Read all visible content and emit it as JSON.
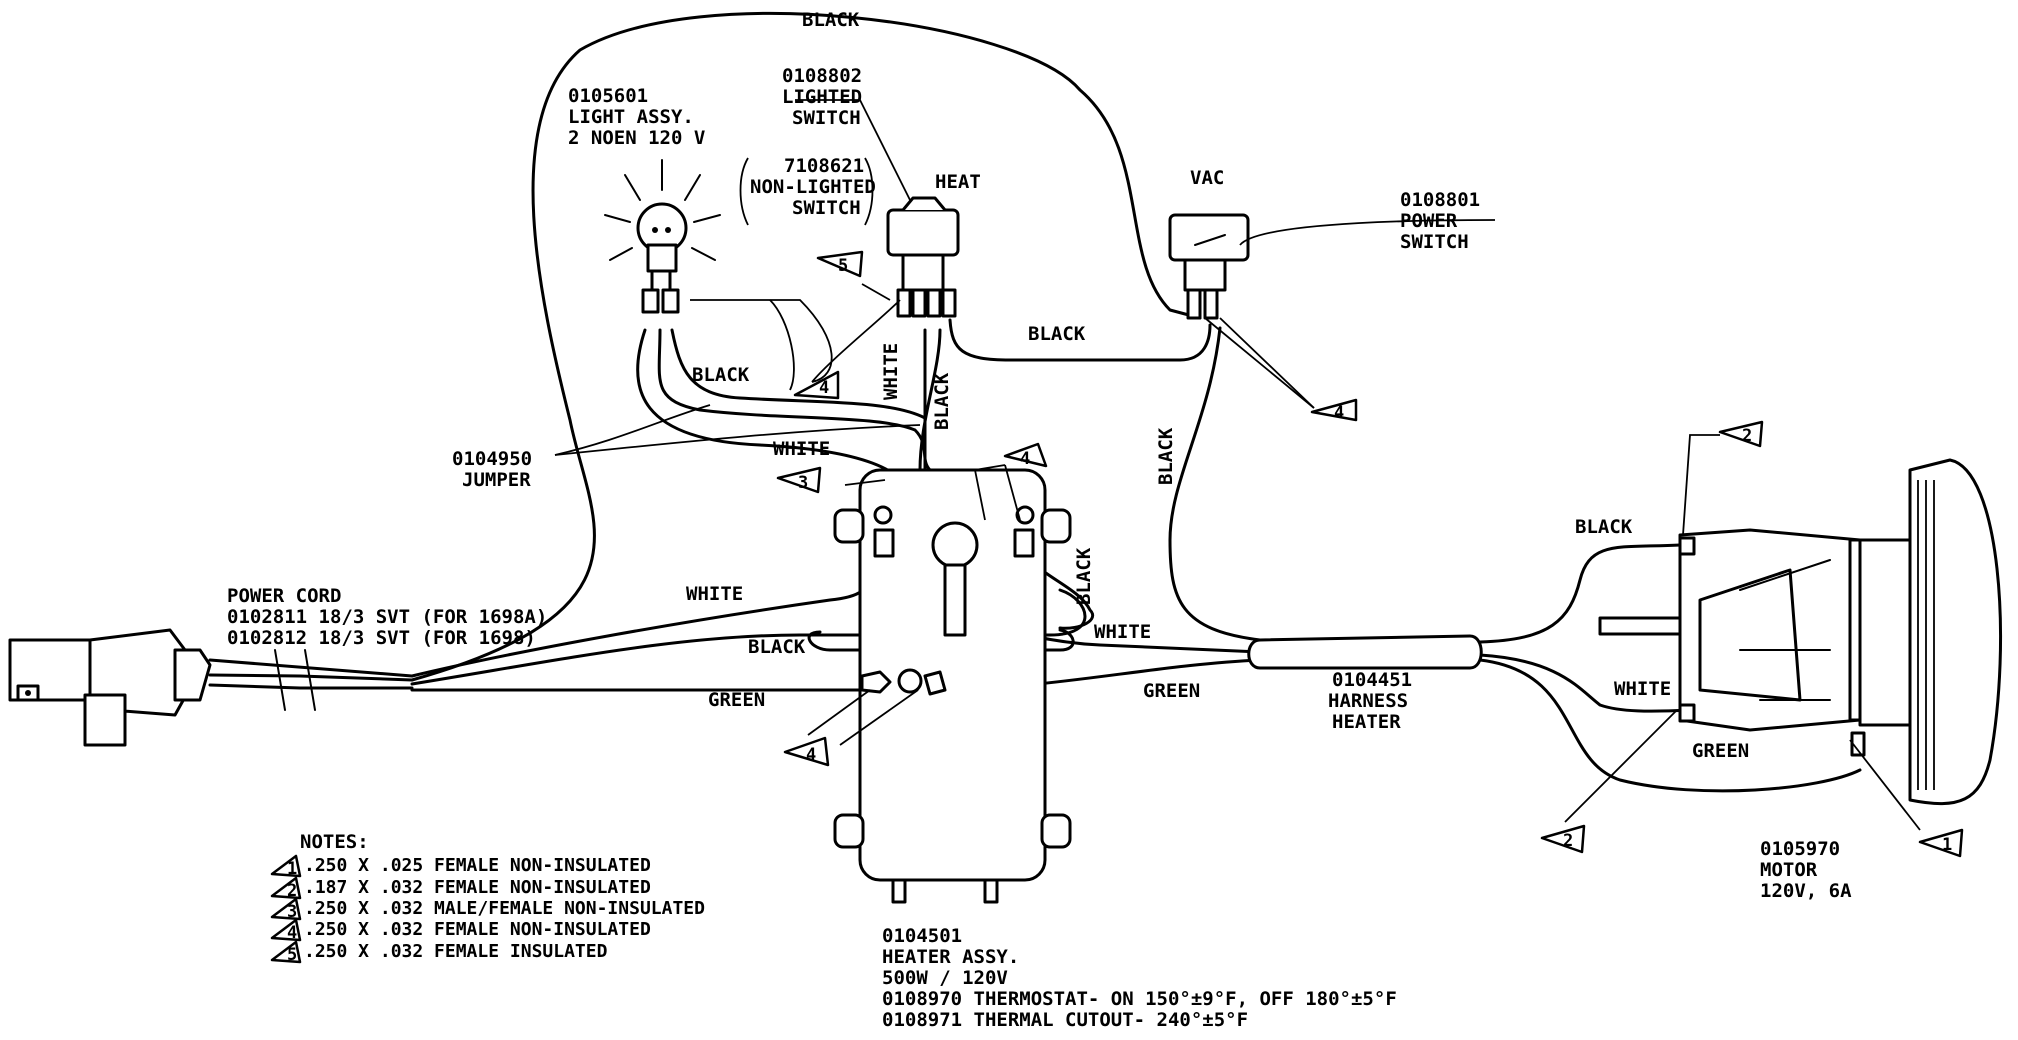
{
  "wires": {
    "black_top": "BLACK",
    "black_mid": "BLACK",
    "black_left": "BLACK",
    "black_vert_switch": "BLACK",
    "black_vac_down": "BLACK",
    "black_heater_side": "BLACK",
    "black_heater_bottom": "BLACK",
    "black_motor": "BLACK",
    "white_vert_switch": "WHITE",
    "white_jumper": "WHITE",
    "white_cord": "WHITE",
    "white_mid": "WHITE",
    "white_motor": "WHITE",
    "green_cord": "GREEN",
    "green_mid": "GREEN",
    "green_motor": "GREEN"
  },
  "parts": {
    "light": {
      "lines": [
        "0105601",
        "LIGHT ASSY.",
        "2 NOEN 120 V"
      ]
    },
    "lighted_switch": {
      "lines": [
        "0108802",
        "LIGHTED",
        "SWITCH"
      ]
    },
    "nonlighted_switch": {
      "lines": [
        "7108621",
        "NON-LIGHTED",
        "SWITCH"
      ]
    },
    "heat_label": "HEAT",
    "vac_label": "VAC",
    "power_switch": {
      "lines": [
        "0108801",
        "POWER",
        "SWITCH"
      ]
    },
    "jumper": {
      "lines": [
        "0104950",
        "JUMPER"
      ]
    },
    "power_cord": {
      "lines": [
        "POWER CORD",
        "0102811 18/3 SVT (FOR 1698A)",
        "0102812 18/3 SVT (FOR 1698)"
      ]
    },
    "harness": {
      "lines": [
        "0104451",
        "HARNESS",
        "HEATER"
      ]
    },
    "motor": {
      "lines": [
        "0105970",
        "MOTOR",
        "120V, 6A"
      ]
    },
    "heater": {
      "lines": [
        "0104501",
        "HEATER ASSY.",
        "500W / 120V",
        "0108970 THERMOSTAT- ON 150°±9°F, OFF 180°±5°F",
        "0108971 THERMAL CUTOUT- 240°±5°F"
      ]
    }
  },
  "callouts": {
    "light_terminals": "4",
    "switch_left_terminal": "5",
    "vac_terminals": "4",
    "heater_left": "3",
    "heater_right": "4",
    "ground": "4",
    "motor_black": "2",
    "motor_white": "2",
    "motor_green": "1"
  },
  "notes": {
    "title": "NOTES:",
    "items": [
      {
        "num": "1",
        "text": ".250 X .025 FEMALE NON-INSULATED"
      },
      {
        "num": "2",
        "text": ".187 X .032 FEMALE NON-INSULATED"
      },
      {
        "num": "3",
        "text": ".250 X .032 MALE/FEMALE NON-INSULATED"
      },
      {
        "num": "4",
        "text": ".250 X .032 FEMALE NON-INSULATED"
      },
      {
        "num": "5",
        "text": ".250 X .032 FEMALE INSULATED"
      }
    ]
  }
}
